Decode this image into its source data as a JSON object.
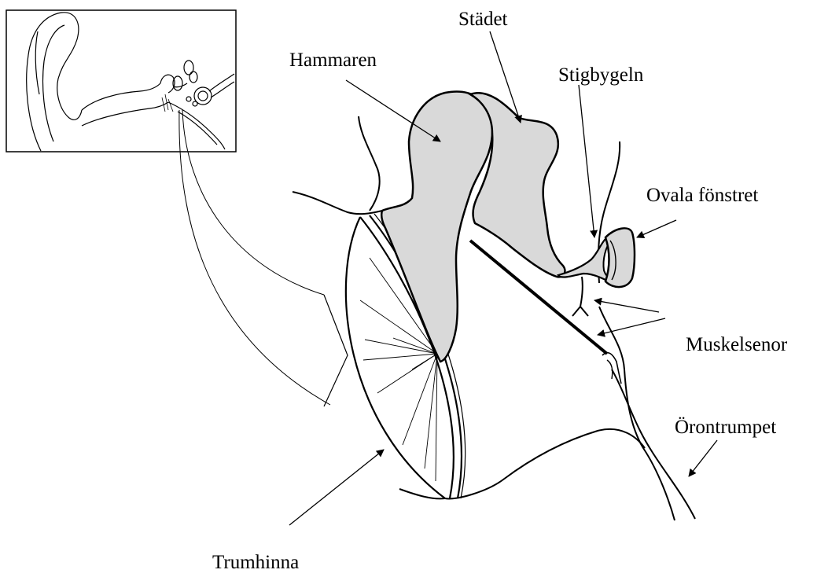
{
  "labels": {
    "hammaren": "Hammaren",
    "stadet": "Städet",
    "stigbygeln": "Stigbygeln",
    "ovala_fonstret": "Ovala fönstret",
    "muskelsenor": "Muskelsenor",
    "orontrumpet": "Örontrumpet",
    "trumhinna": "Trumhinna"
  },
  "colors": {
    "ossicle_fill": "#d9d9d9",
    "stroke": "#000000"
  }
}
